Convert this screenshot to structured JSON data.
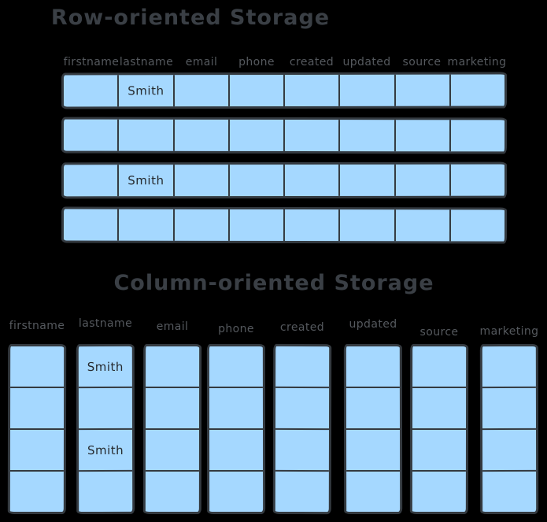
{
  "diagram": {
    "background": "#000000",
    "cell_fill": "#a5d8ff",
    "border_color": "#343a40",
    "title_color": "#3a3f45",
    "header_color": "#55595e",
    "cell_text_color": "#262a2f"
  },
  "row_section": {
    "title": "Row-oriented Storage",
    "columns": [
      "firstname",
      "lastname",
      "email",
      "phone",
      "created",
      "updated",
      "source",
      "marketing"
    ],
    "rows": [
      [
        "",
        "Smith",
        "",
        "",
        "",
        "",
        "",
        ""
      ],
      [
        "",
        "",
        "",
        "",
        "",
        "",
        "",
        ""
      ],
      [
        "",
        "Smith",
        "",
        "",
        "",
        "",
        "",
        ""
      ],
      [
        "",
        "",
        "",
        "",
        "",
        "",
        "",
        ""
      ]
    ]
  },
  "column_section": {
    "title": "Column-oriented Storage",
    "columns": [
      {
        "header": "firstname",
        "cells": [
          "",
          "",
          "",
          ""
        ]
      },
      {
        "header": "lastname",
        "cells": [
          "Smith",
          "",
          "Smith",
          ""
        ]
      },
      {
        "header": "email",
        "cells": [
          "",
          "",
          "",
          ""
        ]
      },
      {
        "header": "phone",
        "cells": [
          "",
          "",
          "",
          ""
        ]
      },
      {
        "header": "created",
        "cells": [
          "",
          "",
          "",
          ""
        ]
      },
      {
        "header": "updated",
        "cells": [
          "",
          "",
          "",
          ""
        ]
      },
      {
        "header": "source",
        "cells": [
          "",
          "",
          "",
          ""
        ]
      },
      {
        "header": "marketing",
        "cells": [
          "",
          "",
          "",
          ""
        ]
      }
    ]
  }
}
